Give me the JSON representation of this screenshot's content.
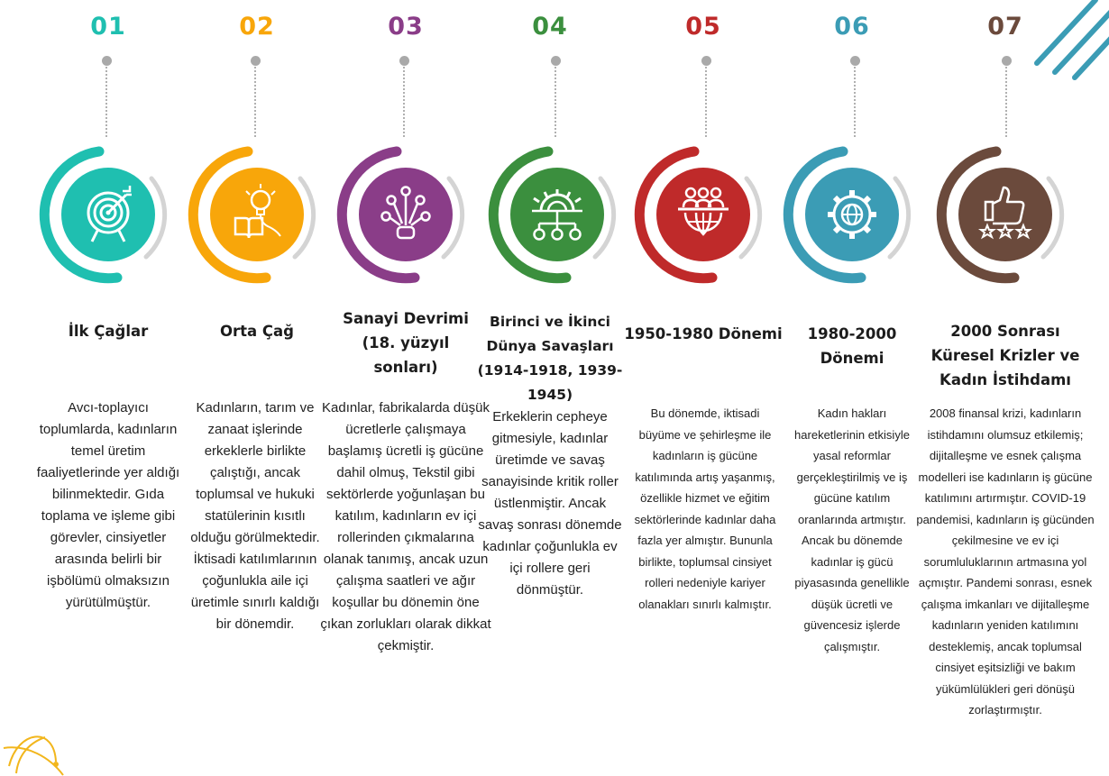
{
  "steps": [
    {
      "number": "01",
      "color": "#1fbfb0",
      "icon": "target-icon",
      "title": "İlk Çağlar",
      "description": "Avcı-toplayıcı toplumlarda, kadınların temel üretim faaliyetlerinde yer aldığı bilinmektedir. Gıda toplama ve işleme gibi görevler, cinsiyetler arasında belirli bir işbölümü olmaksızın yürütülmüştür."
    },
    {
      "number": "02",
      "color": "#f8a60a",
      "icon": "lightbulb-book-icon",
      "title": "Orta Çağ",
      "description": "Kadınların, tarım ve zanaat işlerinde erkeklerle birlikte çalıştığı, ancak toplumsal ve hukuki statülerinin kısıtlı olduğu görülmektedir. İktisadi katılımlarının çoğunlukla aile içi üretimle sınırlı kaldığı bir dönemdir."
    },
    {
      "number": "03",
      "color": "#8a3d88",
      "icon": "network-nodes-icon",
      "title": "Sanayi Devrimi (18. yüzyıl sonları)",
      "description": "Kadınlar, fabrikalarda düşük ücretlerle çalışmaya başlamış ücretli iş gücüne dahil olmuş, Tekstil gibi sektörlerde yoğunlaşan bu katılım, kadınların ev içi rollerinden çıkmalarına olanak tanımış, ancak uzun çalışma saatleri ve ağır koşullar bu dönemin öne çıkan zorlukları olarak dikkat çekmiştir."
    },
    {
      "number": "04",
      "color": "#3b8f3e",
      "icon": "gear-hierarchy-icon",
      "title": "Birinci ve İkinci Dünya Savaşları (1914-1918, 1939-1945)",
      "description": "Erkeklerin cepheye gitmesiyle, kadınlar üretimde ve savaş sanayisinde kritik roller üstlenmiştir. Ancak savaş sonrası dönemde kadınlar çoğunlukla ev içi rollere geri dönmüştür."
    },
    {
      "number": "05",
      "color": "#bf2a2a",
      "icon": "people-globe-icon",
      "title": "1950-1980 Dönemi",
      "description": "Bu dönemde, iktisadi büyüme ve şehirleşme ile kadınların iş gücüne katılımında artış yaşanmış, özellikle hizmet ve eğitim sektörlerinde kadınlar daha fazla yer almıştır. Bununla birlikte, toplumsal cinsiyet rolleri nedeniyle kariyer olanakları sınırlı kalmıştır."
    },
    {
      "number": "06",
      "color": "#3b9cb5",
      "icon": "gear-globe-icon",
      "title": "1980-2000 Dönemi",
      "description": "Kadın hakları hareketlerinin etkisiyle yasal reformlar gerçekleştirilmiş ve iş gücüne katılım oranlarında artmıştır. Ancak bu dönemde kadınlar iş gücü piyasasında genellikle düşük ücretli ve güvencesiz işlerde çalışmıştır."
    },
    {
      "number": "07",
      "color": "#6b4a3c",
      "icon": "thumbs-up-stars-icon",
      "title": "2000 Sonrası Küresel Krizler ve Kadın İstihdamı",
      "description": "2008 finansal krizi, kadınların istihdamını olumsuz etkilemiş; dijitalleşme ve esnek çalışma modelleri ise kadınların iş gücüne katılımını artırmıştır. COVID-19 pandemisi, kadınların iş gücünden çekilmesine ve ev içi sorumluluklarının artmasına yol açmıştır. Pandemi sonrası, esnek çalışma imkanları ve dijitalleşme kadınların yeniden katılımını desteklemiş, ancak toplumsal cinsiyet eşitsizliği ve bakım yükümlülükleri geri dönüşü zorlaştırmıştır."
    }
  ],
  "decorations": {
    "stripes_color": "#3b9cb5",
    "orbit_color": "#f2b61c"
  }
}
